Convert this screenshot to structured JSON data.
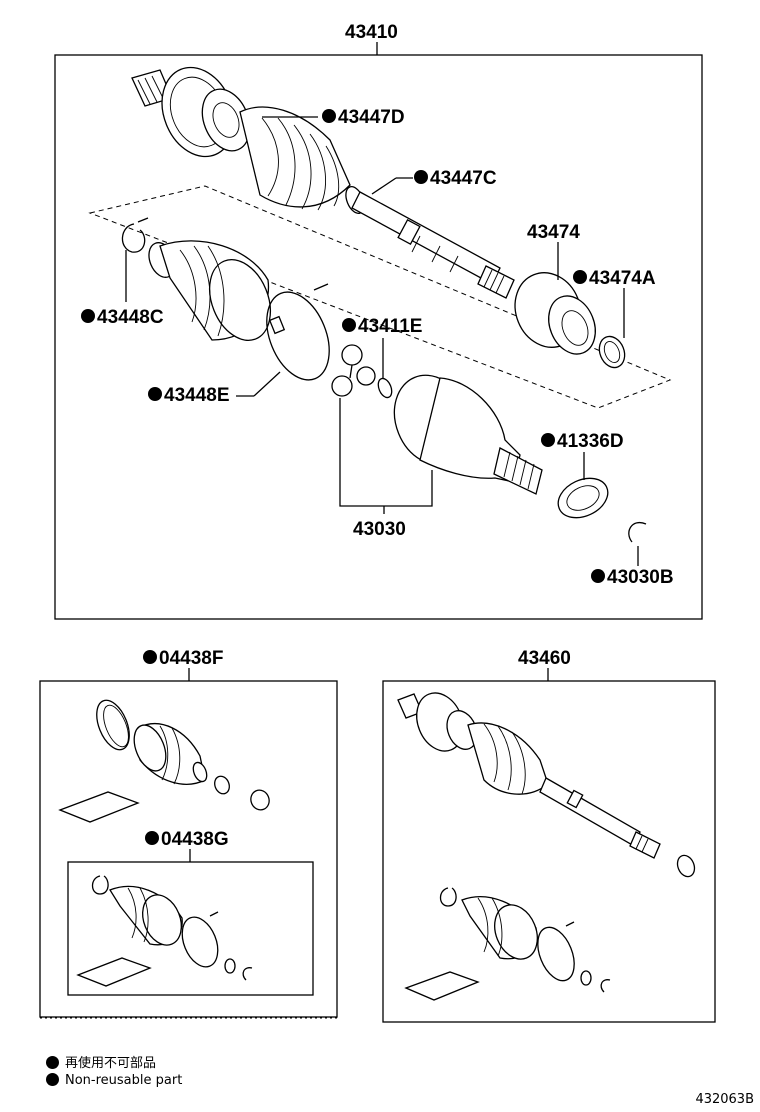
{
  "groups": {
    "main_assembly": {
      "number": "43410",
      "parts": {
        "p43447D": "43447D",
        "p43447C": "43447C",
        "p43474": "43474",
        "p43474A": "43474A",
        "p43448C": "43448C",
        "p43411E": "43411E",
        "p43448E": "43448E",
        "p41336D": "41336D",
        "p43030": "43030",
        "p43030B": "43030B"
      }
    },
    "kit_f": {
      "number": "04438F"
    },
    "kit_g": {
      "number": "04438G"
    },
    "shaft_assembly": {
      "number": "43460"
    }
  },
  "legend": {
    "line1": "再使用不可部品",
    "line2": "Non-reusable part"
  },
  "diagram_code": "432063B"
}
